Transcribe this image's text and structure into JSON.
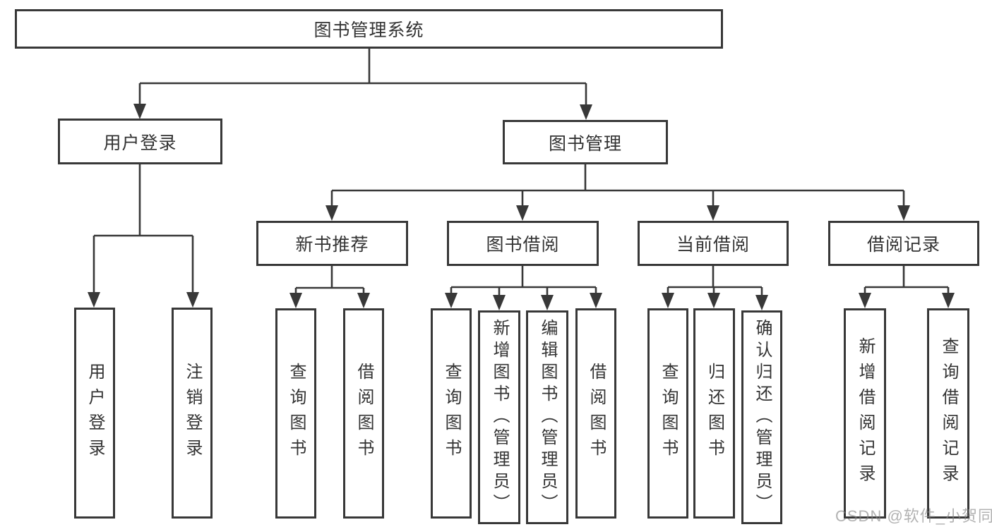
{
  "tree": {
    "root": {
      "label": "图书管理系统"
    },
    "branches": [
      {
        "label": "用户登录",
        "children": [
          {
            "label": "用户登录"
          },
          {
            "label": "注销登录"
          }
        ]
      },
      {
        "label": "图书管理",
        "children": [
          {
            "label": "新书推荐",
            "children": [
              {
                "label": "查询图书"
              },
              {
                "label": "借阅图书"
              }
            ]
          },
          {
            "label": "图书借阅",
            "children": [
              {
                "label": "查询图书"
              },
              {
                "label": "新增图书（管理员）"
              },
              {
                "label": "编辑图书（管理员）"
              },
              {
                "label": "借阅图书"
              }
            ]
          },
          {
            "label": "当前借阅",
            "children": [
              {
                "label": "查询图书"
              },
              {
                "label": "归还图书"
              },
              {
                "label": "确认归还（管理员）"
              }
            ]
          },
          {
            "label": "借阅记录",
            "children": [
              {
                "label": "新增借阅记录"
              },
              {
                "label": "查询借阅记录"
              }
            ]
          }
        ]
      }
    ]
  },
  "watermark": {
    "text": "CSDN @软件_小贺同学"
  },
  "colors": {
    "line": "#383838",
    "text": "#333333",
    "box_background": "#ffffff",
    "watermark": "#8c8c8c"
  }
}
